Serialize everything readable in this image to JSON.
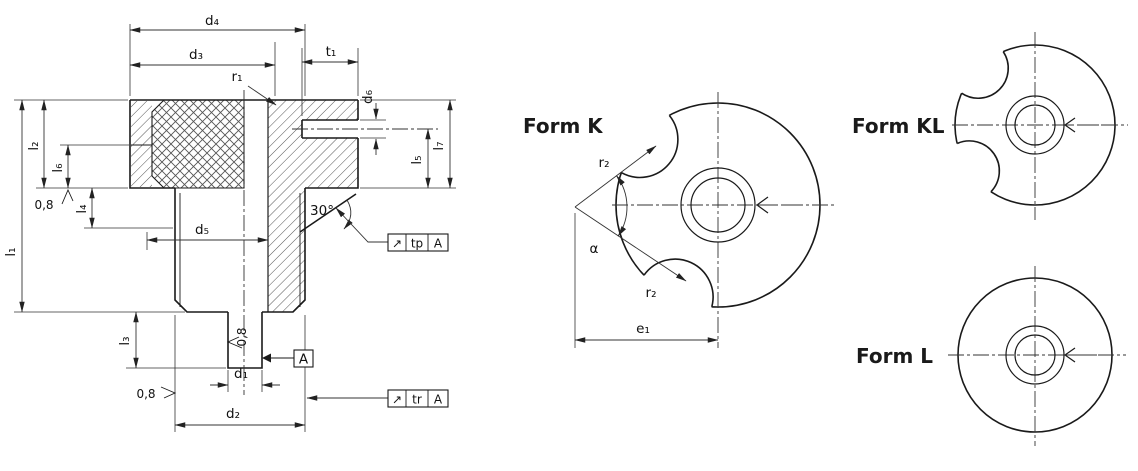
{
  "drawing": {
    "dims": {
      "d1": "d₁",
      "d2": "d₂",
      "d3": "d₃",
      "d4": "d₄",
      "d5": "d₅",
      "d6": "d₆",
      "t1": "t₁",
      "r1": "r₁",
      "l1": "l₁",
      "l2": "l₂",
      "l3": "l₃",
      "l4": "l₄",
      "l5": "l₅",
      "l6": "l₆",
      "l7": "l₇",
      "angle": "30°"
    },
    "surface_roughness": "0,8",
    "datum": "A",
    "frames": {
      "tp": {
        "symbol": "↗",
        "label": "tp",
        "datum": "A"
      },
      "tr": {
        "symbol": "↗",
        "label": "tr",
        "datum": "A"
      }
    }
  },
  "views": {
    "k": {
      "label": "Form K",
      "r2": "r₂",
      "alpha": "α",
      "e1": "e₁"
    },
    "kl": {
      "label": "Form KL"
    },
    "l": {
      "label": "Form L"
    }
  },
  "colors": {
    "line": "#1a1a1a",
    "background": "#ffffff"
  }
}
